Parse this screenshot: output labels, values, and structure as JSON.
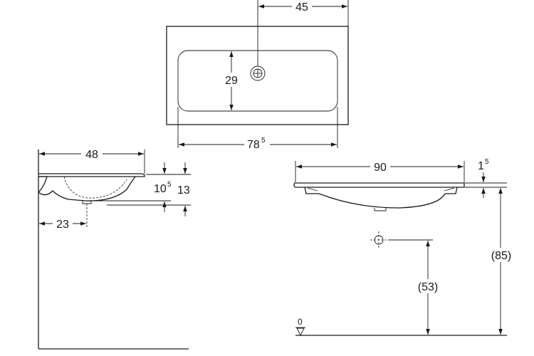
{
  "top_view": {
    "dim_width_overall": "45",
    "dim_basin_depth": "29",
    "dim_basin_width": "78",
    "dim_basin_width_sup": "5"
  },
  "side_view": {
    "dim_depth": "48",
    "dim_height_a": "10",
    "dim_height_a_sup": "5",
    "dim_height_b": "13",
    "dim_offset": "23"
  },
  "front_view": {
    "dim_width": "90",
    "dim_rim": "1",
    "dim_rim_sup": "5",
    "dim_total_height": "(85)",
    "dim_outlet_height": "(53)",
    "floor_label": "0"
  }
}
